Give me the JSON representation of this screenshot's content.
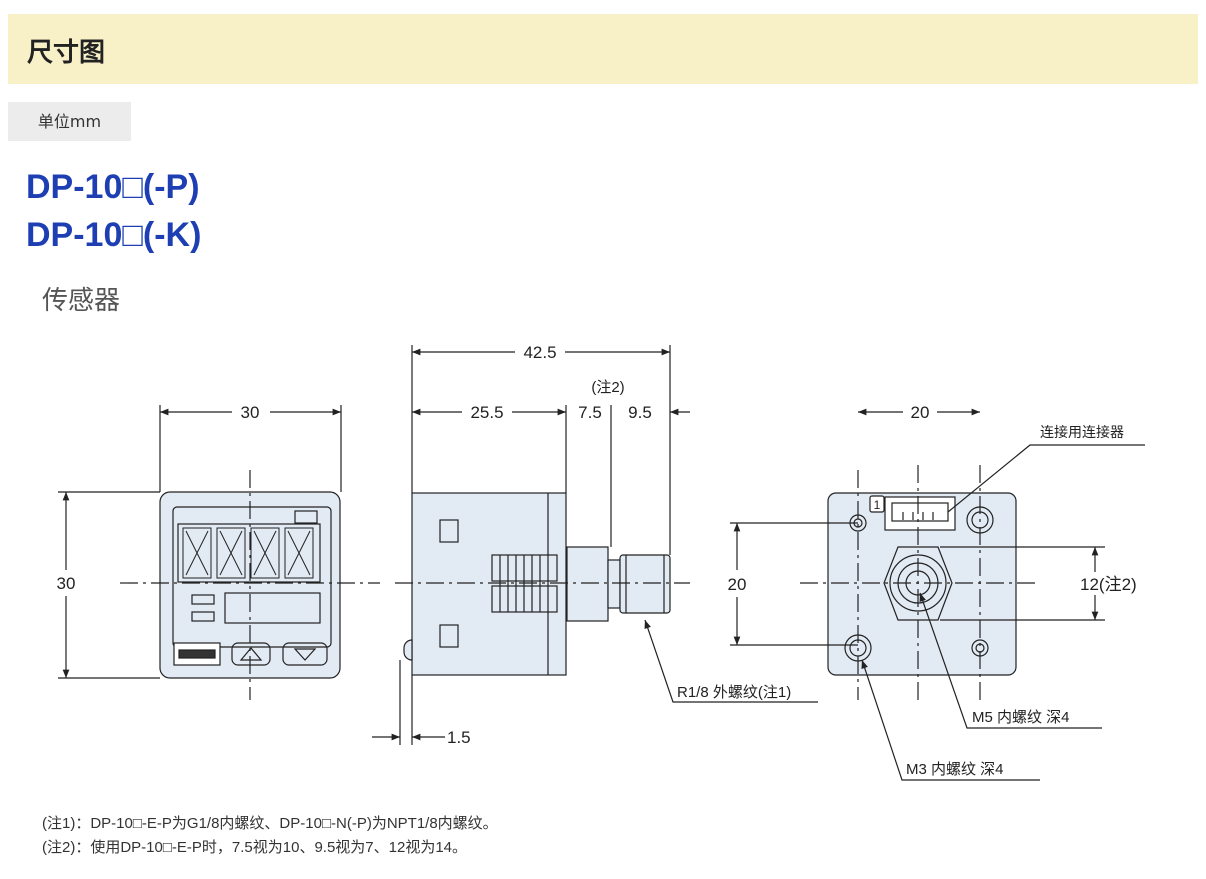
{
  "header": {
    "title": "尺寸图"
  },
  "unit_label": "单位mm",
  "models": [
    "DP-10□(-P)",
    "DP-10□(-K)"
  ],
  "subtitle": "传感器",
  "drawing": {
    "front": {
      "width": "30",
      "height": "30"
    },
    "side": {
      "total": "42.5",
      "body": "25.5",
      "note_ref": "(注2)",
      "stem": "7.5",
      "thread": "9.5",
      "offset": "1.5",
      "thread_label": "R1/8 外螺纹(注1)"
    },
    "rear": {
      "hole_pitch_h": "20",
      "hole_pitch_v": "20",
      "hex": "12(注2)",
      "connector_label": "连接用连接器",
      "pin_mark": "1",
      "m5_label": "M5 内螺纹 深4",
      "m3_label": "M3 内螺纹 深4"
    },
    "colors": {
      "body_fill": "#e2eaf4",
      "line": "#222222"
    }
  },
  "notes": [
    "(注1)：DP-10□-E-P为G1/8内螺纹、DP-10□-N(-P)为NPT1/8内螺纹。",
    "(注2)：使用DP-10□-E-P时，7.5视为10、9.5视为7、12视为14。"
  ]
}
